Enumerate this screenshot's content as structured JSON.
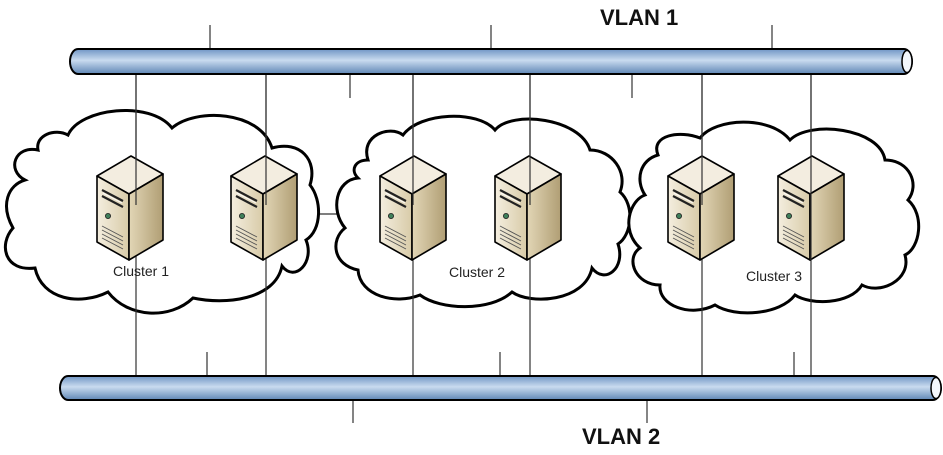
{
  "title": "VLAN cluster topology",
  "vlans": [
    {
      "id": "vlan1",
      "label": "VLAN 1"
    },
    {
      "id": "vlan2",
      "label": "VLAN 2"
    }
  ],
  "clusters": [
    {
      "id": "cluster1",
      "label": "Cluster 1",
      "servers": [
        "server-1a",
        "server-1b"
      ]
    },
    {
      "id": "cluster2",
      "label": "Cluster 2",
      "servers": [
        "server-2a",
        "server-2b"
      ]
    },
    {
      "id": "cluster3",
      "label": "Cluster 3",
      "servers": [
        "server-3a",
        "server-3b"
      ]
    }
  ],
  "links": [
    {
      "from": "server-1a",
      "to": [
        "vlan1",
        "vlan2"
      ]
    },
    {
      "from": "server-1b",
      "to": [
        "vlan1",
        "vlan2"
      ]
    },
    {
      "from": "server-2a",
      "to": [
        "vlan1",
        "vlan2"
      ]
    },
    {
      "from": "server-2b",
      "to": [
        "vlan1",
        "vlan2"
      ]
    },
    {
      "from": "server-3a",
      "to": [
        "vlan1",
        "vlan2"
      ]
    },
    {
      "from": "server-3b",
      "to": [
        "vlan1",
        "vlan2"
      ]
    },
    {
      "from": "cluster1",
      "to": [
        "cluster2"
      ]
    }
  ],
  "colors": {
    "pipe_fill": "#8fb0d6",
    "pipe_highlight": "#c9dbef",
    "pipe_shadow": "#5f86b5",
    "outline": "#000000",
    "server_light": "#f1ead8",
    "server_mid": "#d9cba6",
    "server_dark": "#b3a27a",
    "led": "#3f7f5a",
    "link": "#333333"
  }
}
